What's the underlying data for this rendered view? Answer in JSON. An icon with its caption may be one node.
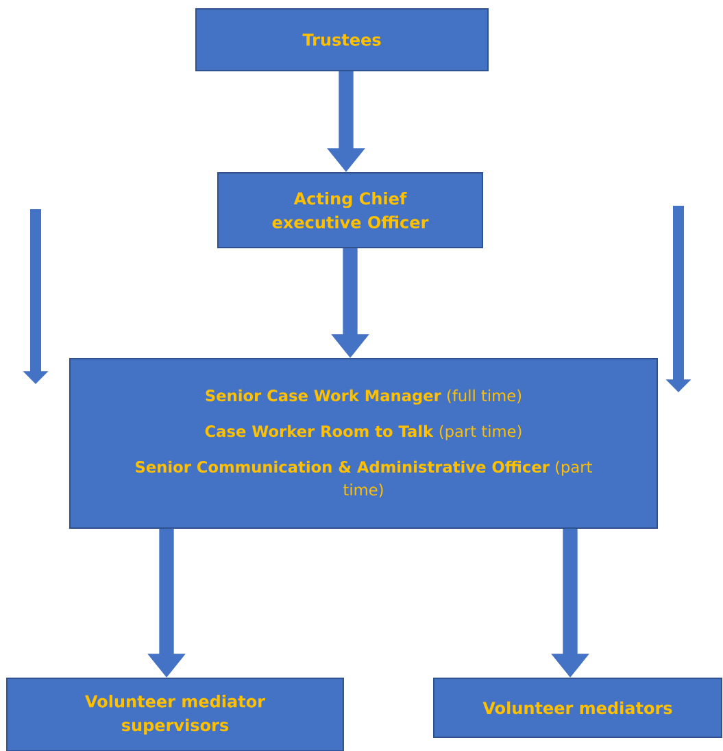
{
  "diagram": {
    "nodes": [
      {
        "text": [
          "Trustees"
        ]
      },
      {
        "text": [
          "Acting Chief executive Officer"
        ]
      },
      {
        "text": [
          "**Senior Case Work Manager** (full time)",
          "**Case Worker Room to Talk** (part time)",
          "**Senior Communication & Administrative Officer** (part time)"
        ]
      },
      {
        "text": [
          "Volunteer mediator supervisors"
        ]
      },
      {
        "text": [
          "Volunteer mediators"
        ]
      }
    ],
    "edges": [
      {
        "from": 0,
        "to": 1,
        "arrow": "to"
      },
      {
        "from": 1,
        "to": 2,
        "arrow": "to"
      },
      {
        "from": 2,
        "to": 3,
        "arrow": "to"
      },
      {
        "from": 2,
        "to": 4,
        "arrow": "to"
      }
    ]
  }
}
